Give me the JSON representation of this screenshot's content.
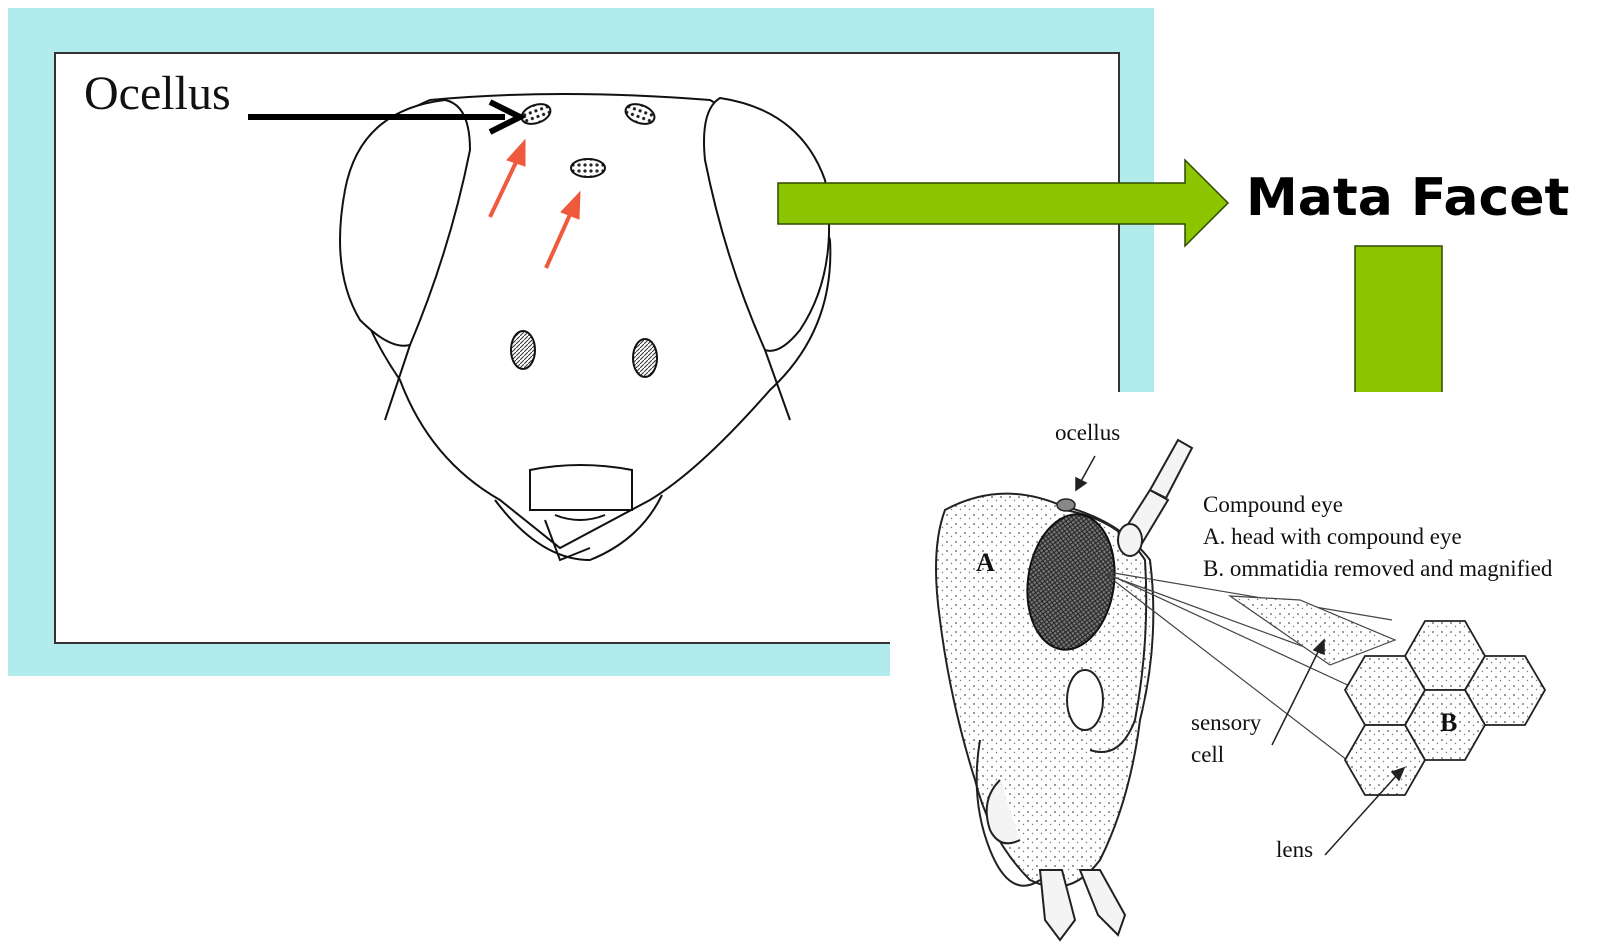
{
  "labels": {
    "ocellus_top": "Ocellus",
    "mata_facet": "Mata Facet",
    "ocellus_small": "ocellus",
    "compound_eye_title": "Compound eye",
    "compound_eye_a": "A. head with compound eye",
    "compound_eye_b": "B. ommatidia removed and magnified",
    "sensory": "sensory",
    "cell": "cell",
    "lens": "lens",
    "marker_a": "A",
    "marker_b": "B"
  },
  "colors": {
    "panel_bg": "#b2ebec",
    "green_arrow": "#8dc400",
    "red_arrow": "#f05a3c"
  }
}
